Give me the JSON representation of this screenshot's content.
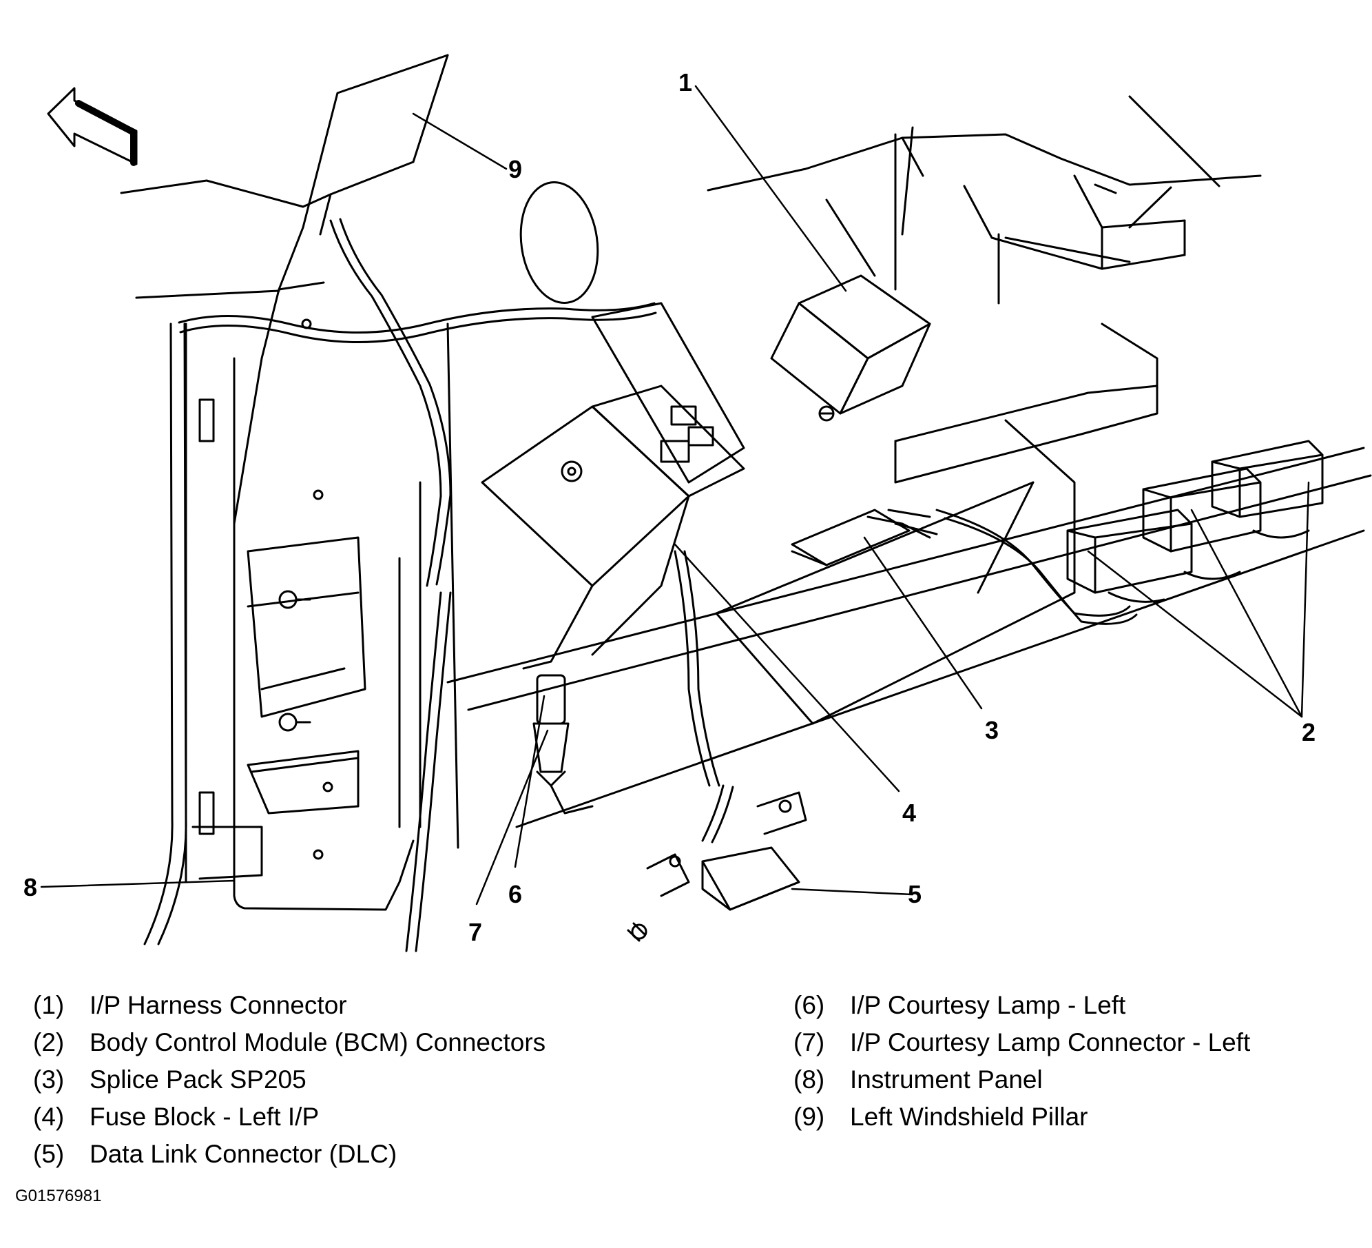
{
  "callouts": [
    {
      "num": "1",
      "name": "I/P Harness Connector"
    },
    {
      "num": "2",
      "name": "Body Control Module (BCM) Connectors"
    },
    {
      "num": "3",
      "name": "Splice Pack SP205"
    },
    {
      "num": "4",
      "name": "Fuse Block - Left I/P"
    },
    {
      "num": "5",
      "name": "Data Link Connector (DLC)"
    },
    {
      "num": "6",
      "name": "I/P Courtesy Lamp - Left"
    },
    {
      "num": "7",
      "name": "I/P Courtesy Lamp Connector - Left"
    },
    {
      "num": "8",
      "name": "Instrument Panel"
    },
    {
      "num": "9",
      "name": "Left Windshield Pillar"
    }
  ],
  "legend": {
    "left": [
      {
        "num": "(1)",
        "text": "I/P Harness Connector"
      },
      {
        "num": "(2)",
        "text": "Body Control Module (BCM) Connectors"
      },
      {
        "num": "(3)",
        "text": "Splice Pack SP205"
      },
      {
        "num": "(4)",
        "text": "Fuse Block - Left I/P"
      },
      {
        "num": "(5)",
        "text": "Data Link Connector (DLC)"
      }
    ],
    "right": [
      {
        "num": "(6)",
        "text": "I/P Courtesy Lamp - Left"
      },
      {
        "num": "(7)",
        "text": "I/P Courtesy Lamp Connector - Left"
      },
      {
        "num": "(8)",
        "text": "Instrument Panel"
      },
      {
        "num": "(9)",
        "text": "Left Windshield Pillar"
      }
    ]
  },
  "figure_id": "G01576981",
  "icons": {
    "direction_arrow": "front-direction-arrow-icon"
  },
  "colors": {
    "line": "#000000",
    "background": "#ffffff"
  }
}
